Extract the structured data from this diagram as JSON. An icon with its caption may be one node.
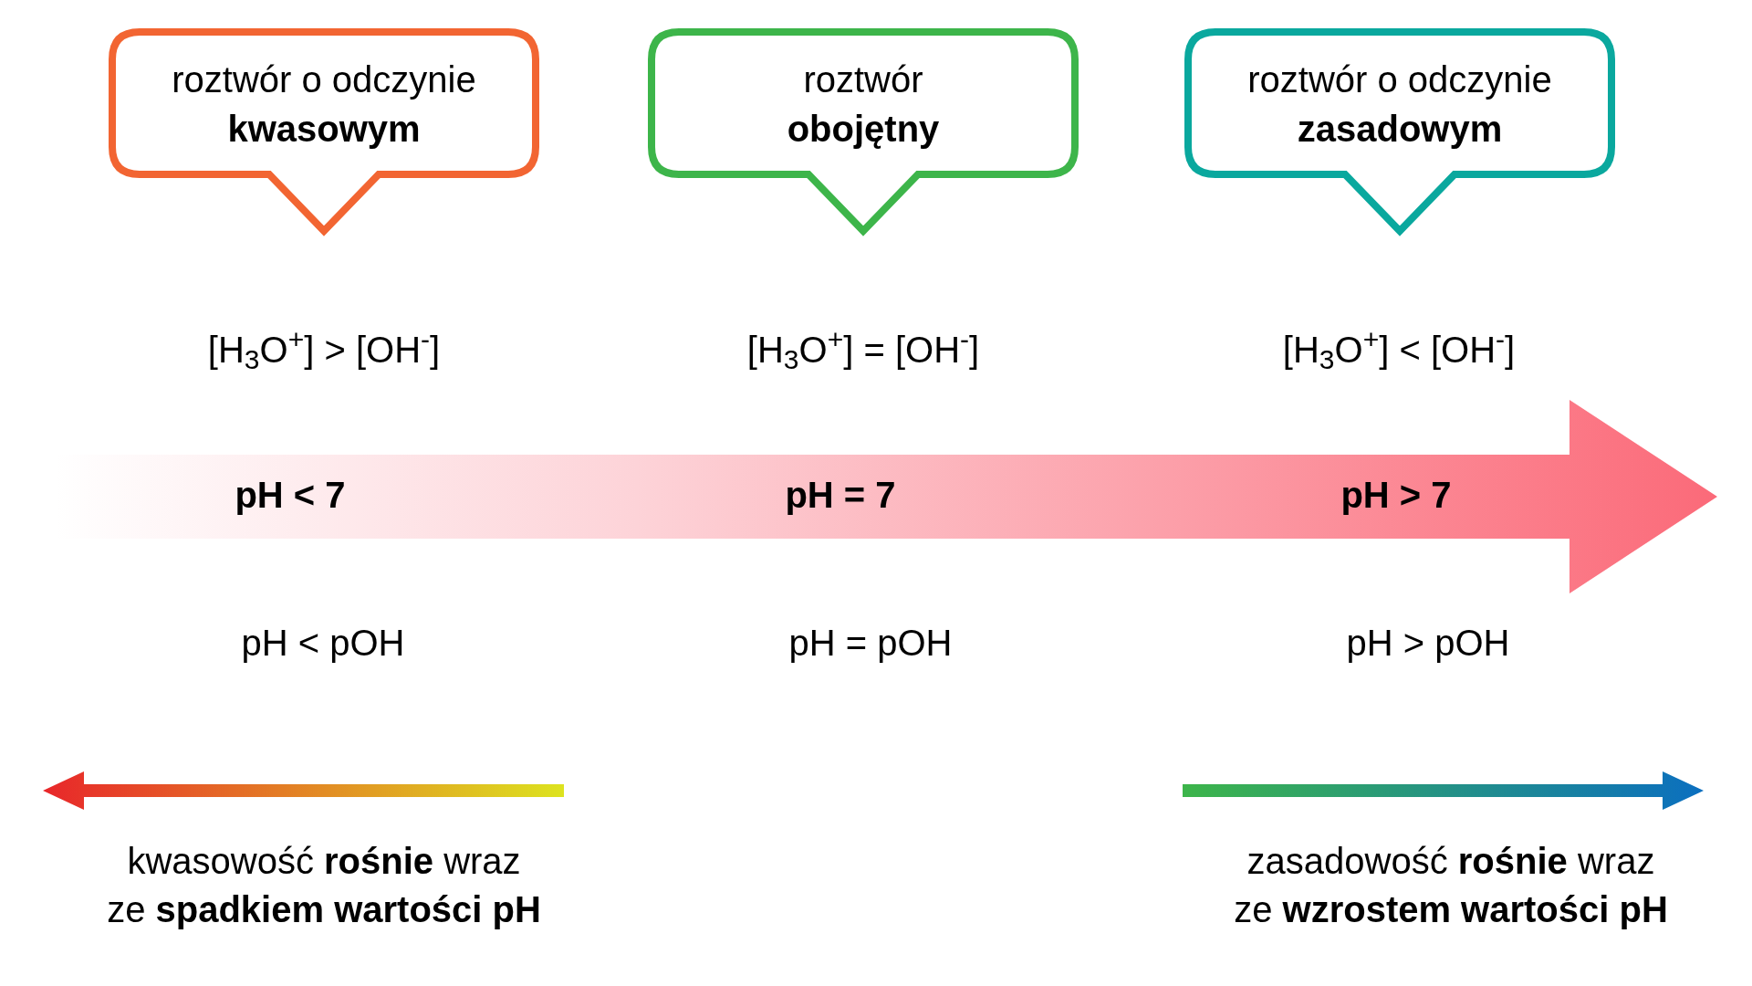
{
  "diagram": {
    "nodes": [
      {
        "text": [
          "roztwór o odczynie",
          "kwasowym"
        ]
      },
      {
        "text": [
          "roztwór",
          "obojętny"
        ]
      },
      {
        "text": [
          "roztwór o odczynie",
          "zasadowym"
        ]
      }
    ],
    "labels": [
      "[H$_{3}$O$^{+}$] > [OH$^{-}$]",
      "[H$_{3}$O$^{+}$] = [OH$^{-}$]",
      "[H$_{3}$O$^{+}$] < [OH$^{-}$]",
      "pH < 7",
      "pH = 7",
      "pH > 7",
      "pH < pOH",
      "pH = pOH",
      "pH > pOH",
      "kwasowość **rośnie** wraz ze **spadkiem wartości pH**",
      "zasadowość **rośnie** wraz ze **wzrostem wartości pH**"
    ]
  }
}
